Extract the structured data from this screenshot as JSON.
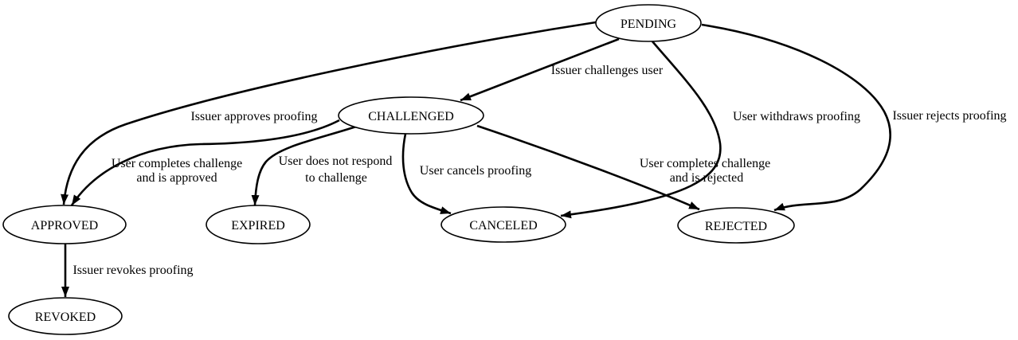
{
  "diagram": {
    "type": "state-transition-graph",
    "colors": {
      "background": "#ffffff",
      "stroke": "#000000",
      "text": "#000000"
    },
    "nodes": [
      {
        "id": "pending",
        "label": "PENDING"
      },
      {
        "id": "challenged",
        "label": "CHALLENGED"
      },
      {
        "id": "approved",
        "label": "APPROVED"
      },
      {
        "id": "expired",
        "label": "EXPIRED"
      },
      {
        "id": "canceled",
        "label": "CANCELED"
      },
      {
        "id": "rejected",
        "label": "REJECTED"
      },
      {
        "id": "revoked",
        "label": "REVOKED"
      }
    ],
    "edges": [
      {
        "from": "PENDING",
        "to": "CHALLENGED",
        "lines": [
          "Issuer challenges user"
        ]
      },
      {
        "from": "PENDING",
        "to": "APPROVED",
        "lines": [
          "Issuer approves proofing"
        ]
      },
      {
        "from": "PENDING",
        "to": "CANCELED",
        "lines": [
          "User withdraws proofing"
        ]
      },
      {
        "from": "PENDING",
        "to": "REJECTED",
        "lines": [
          "Issuer rejects proofing"
        ]
      },
      {
        "from": "CHALLENGED",
        "to": "APPROVED",
        "lines": [
          "User completes challenge",
          "and is approved"
        ]
      },
      {
        "from": "CHALLENGED",
        "to": "EXPIRED",
        "lines": [
          "User does not respond",
          "to challenge"
        ]
      },
      {
        "from": "CHALLENGED",
        "to": "CANCELED",
        "lines": [
          "User cancels proofing"
        ]
      },
      {
        "from": "CHALLENGED",
        "to": "REJECTED",
        "lines": [
          "User completes challenge",
          "and is rejected"
        ]
      },
      {
        "from": "APPROVED",
        "to": "REVOKED",
        "lines": [
          "Issuer revokes proofing"
        ]
      }
    ]
  }
}
